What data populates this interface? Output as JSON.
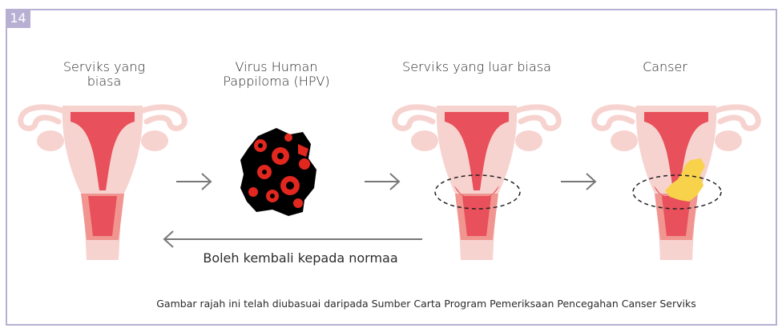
{
  "figure": {
    "number": "14",
    "stages": [
      {
        "label": "Serviks yang\nbiasa"
      },
      {
        "label": "Virus Human\nPappiloma (HPV)"
      },
      {
        "label": "Serviks yang luar biasa"
      },
      {
        "label": "Canser"
      }
    ],
    "back_arrow_label": "Boleh kembali kepada normaa",
    "caption": "Gambar rajah ini telah diubasuai daripada Sumber Carta Program Pemeriksaan Pencegahan Canser Serviks"
  },
  "colors": {
    "frame": "#b7b0d3",
    "uterus_light": "#f7d3d0",
    "uterus_mid": "#f19590",
    "uterus_dark": "#e8505b",
    "virus_black": "#000000",
    "virus_red": "#e2271f",
    "cancer_yellow": "#f8d24b",
    "arrow": "#777777"
  }
}
